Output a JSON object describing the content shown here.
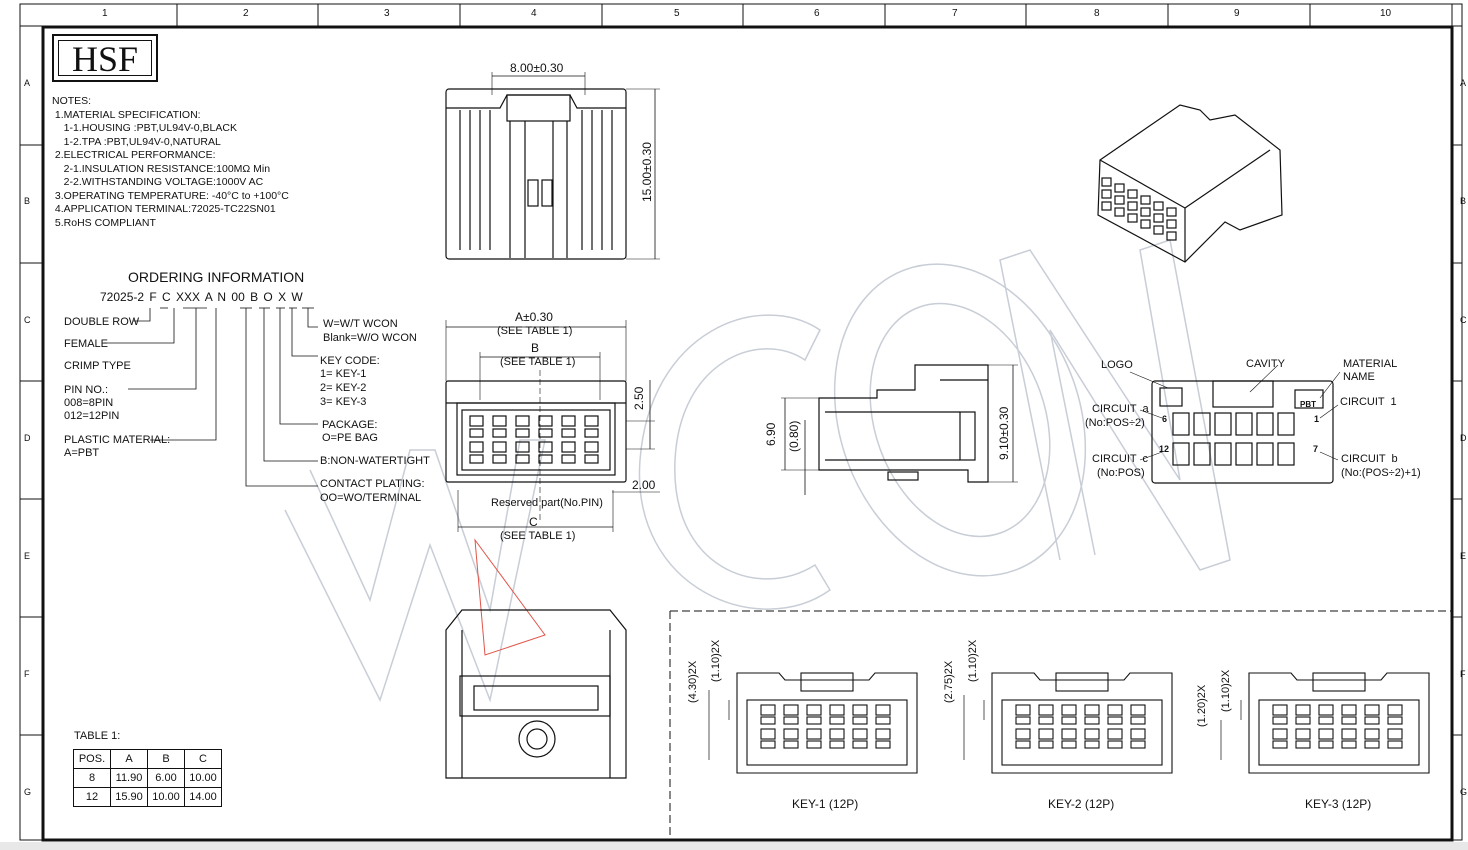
{
  "border_labels": {
    "columns": [
      "1",
      "2",
      "3",
      "4",
      "5",
      "6",
      "7",
      "8",
      "9",
      "10"
    ],
    "rows": [
      "A",
      "B",
      "C",
      "D",
      "E",
      "F",
      "G"
    ]
  },
  "logo": "HSF",
  "watermark": "WCON",
  "notes": [
    "NOTES:",
    " 1.MATERIAL SPECIFICATION:",
    "    1-1.HOUSING :PBT,UL94V-0,BLACK",
    "    1-2.TPA :PBT,UL94V-0,NATURAL",
    " 2.ELECTRICAL PERFORMANCE:",
    "    2-1.INSULATION RESISTANCE:100MΩ Min",
    "    2-2.WITHSTANDING VOLTAGE:1000V AC",
    " 3.OPERATING TEMPERATURE: -40°C to +100°C",
    " 4.APPLICATION TERMINAL:72025-TC22SN01",
    " 5.RoHS COMPLIANT"
  ],
  "ordering": {
    "title": "ORDERING INFORMATION",
    "code": "72025-2 F C XXX A N 00 B O X W",
    "left_labels": {
      "double_row": "DOUBLE ROW",
      "female": "FEMALE",
      "crimp_type": "CRIMP TYPE",
      "pin_no": "PIN NO.:",
      "pin_008": "008=8PIN",
      "pin_012": "012=12PIN",
      "plastic": "PLASTIC MATERIAL:",
      "plastic_val": "A=PBT"
    },
    "right_labels": {
      "wcon1": "W=W/T WCON",
      "wcon2": "Blank=W/O WCON",
      "key": "KEY CODE:",
      "key1": "1= KEY-1",
      "key2": "2= KEY-2",
      "key3": "3= KEY-3",
      "package": "PACKAGE:",
      "package_val": "O=PE BAG",
      "nonwater": "B:NON-WATERTIGHT",
      "plating": "CONTACT PLATING:",
      "plating_val": "OO=WO/TERMINAL"
    }
  },
  "dims": {
    "width_top": "8.00±0.30",
    "height_top": "15.00±0.30",
    "a_dim": "A±0.30",
    "see_table": "(SEE TABLE 1)",
    "b_dim": "B",
    "c_dim": "C",
    "d250": "2.50",
    "d200": "2.00",
    "reserved": "Reserved part(No.PIN)",
    "d690": "6.90",
    "d080": "(0.80)",
    "d910": "9.10±0.30"
  },
  "face_callouts": {
    "logo": "LOGO",
    "cavity": "CAVITY",
    "material_name": "MATERIAL\nNAME",
    "circuit_a": "CIRCUIT  a",
    "circuit_a2": "(No:POS÷2)",
    "circuit_1": "CIRCUIT  1",
    "circuit_c": "CIRCUIT  c",
    "circuit_c2": "(No:POS)",
    "circuit_b": "CIRCUIT  b",
    "circuit_b2": "(No:(POS÷2)+1)",
    "pos6": "6",
    "pos12": "12",
    "pos1": "1",
    "pos7": "7",
    "material_mark": "PBT"
  },
  "table": {
    "title": "TABLE 1:",
    "headers": [
      "POS.",
      "A",
      "B",
      "C"
    ],
    "rows": [
      [
        "8",
        "11.90",
        "6.00",
        "10.00"
      ],
      [
        "12",
        "15.90",
        "10.00",
        "14.00"
      ]
    ]
  },
  "keys": [
    {
      "label": "KEY-1 (12P)",
      "d1": "(4.30)2X",
      "d2": "(1.10)2X"
    },
    {
      "label": "KEY-2 (12P)",
      "d1": "(2.75)2X",
      "d2": "(1.10)2X"
    },
    {
      "label": "KEY-3 (12P)",
      "d1": "(1.20)2X",
      "d2": "(1.10)2X"
    }
  ],
  "colors": {
    "line": "#111111",
    "watermark": "#c8cdd6",
    "accent": "#e0554a"
  }
}
